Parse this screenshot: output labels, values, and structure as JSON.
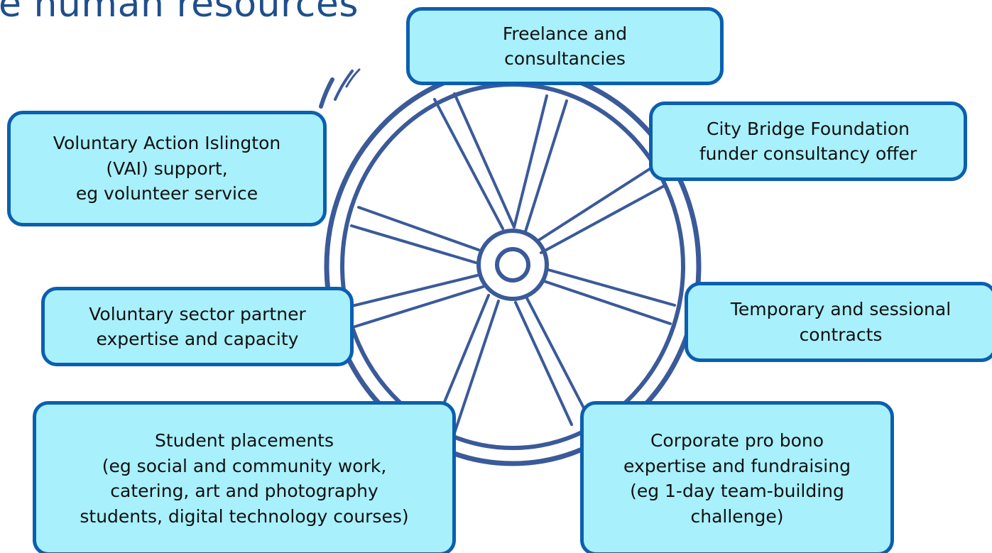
{
  "title": "e human resources",
  "colors": {
    "box_fill": "#a8f0fb",
    "box_border": "#0b5fb0",
    "wheel_stroke": "#3a5a99",
    "title": "#1f4e8c"
  },
  "boxes": {
    "freelance": "Freelance and\nconsultancies",
    "city_bridge": "City Bridge Foundation\nfunder consultancy offer",
    "vai": "Voluntary Action Islington\n(VAI) support,\neg volunteer service",
    "voluntary_sector": "Voluntary sector partner\nexpertise and capacity",
    "temporary": "Temporary and sessional\ncontracts",
    "student": "Student placements\n(eg social and community work,\ncatering, art and photography\nstudents, digital technology courses)",
    "corporate": "Corporate pro bono\nexpertise and fundraising\n(eg 1-day team-building\nchallenge)"
  },
  "icons": {
    "wheel": "wagon-wheel-icon"
  }
}
